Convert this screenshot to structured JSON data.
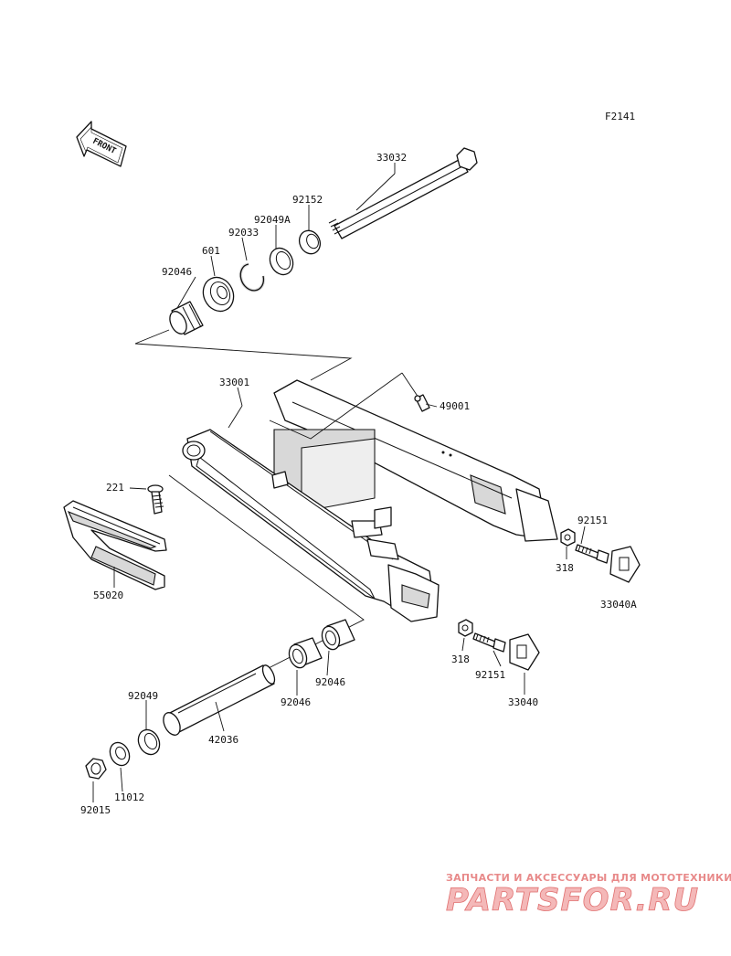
{
  "figure_code": "F2141",
  "front_label": "FRONT",
  "parts": {
    "p33032": "33032",
    "p92152": "92152",
    "p92049A": "92049A",
    "p92033": "92033",
    "p601": "601",
    "p92046_top": "92046",
    "p33001": "33001",
    "p49001": "49001",
    "p221": "221",
    "p55020": "55020",
    "p92151_right": "92151",
    "p318_right": "318",
    "p33040A": "33040A",
    "p318_bottom": "318",
    "p92151_bottom": "92151",
    "p33040": "33040",
    "p92046_b1": "92046",
    "p92046_b2": "92046",
    "p92049": "92049",
    "p42036": "42036",
    "p11012": "11012",
    "p92015": "92015"
  },
  "watermark": {
    "tagline": "ЗАПЧАСТИ И АКСЕССУАРЫ ДЛЯ МОТОТЕХНИКИ",
    "brand": "PARTSFOR.RU",
    "color": "#e07070"
  }
}
